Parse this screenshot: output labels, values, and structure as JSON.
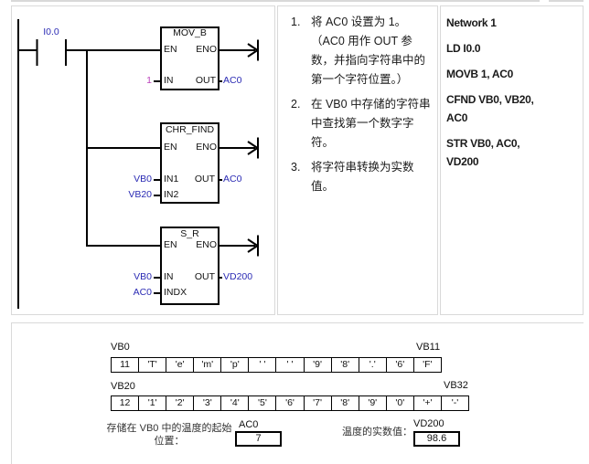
{
  "ladder": {
    "contact": "I0.0",
    "movb": {
      "title": "MOV_B",
      "en": "EN",
      "eno": "ENO",
      "in": "IN",
      "out": "OUT",
      "in_val": "1",
      "out_val": "AC0"
    },
    "chrfind": {
      "title": "CHR_FIND",
      "en": "EN",
      "eno": "ENO",
      "in1": "IN1",
      "in2": "IN2",
      "out": "OUT",
      "in1_val": "VB0",
      "in2_val": "VB20",
      "out_val": "AC0"
    },
    "sr": {
      "title": "S_R",
      "en": "EN",
      "eno": "ENO",
      "in": "IN",
      "indx": "INDX",
      "out": "OUT",
      "in_val": "VB0",
      "indx_val": "AC0",
      "out_val": "VD200"
    }
  },
  "notes": {
    "items": [
      {
        "num": "1.",
        "text": "将 AC0 设置为 1。\n（AC0 用作 OUT 参\n数，并指向字符串中的\n第一个字符位置。）"
      },
      {
        "num": "2.",
        "text": "在 VB0 中存储的字符串\n中查找第一个数字字\n符。"
      },
      {
        "num": "3.",
        "text": "将字符串转换为实数\n值。"
      }
    ]
  },
  "stl": {
    "lines": [
      "Network 1",
      "LD I0.0",
      "MOVB 1, AC0",
      "CFND VB0, VB20,\nAC0",
      "STR VB0, AC0,\nVD200"
    ]
  },
  "memory": {
    "row1": {
      "start_label": "VB0",
      "end_label": "VB11",
      "cells": [
        "11",
        "'T'",
        "'e'",
        "'m'",
        "'p'",
        "' '",
        "' '",
        "'9'",
        "'8'",
        "'.'",
        "'6'",
        "'F'"
      ]
    },
    "row2": {
      "start_label": "VB20",
      "end_label": "VB32",
      "cells": [
        "12",
        "'1'",
        "'2'",
        "'3'",
        "'4'",
        "'5'",
        "'6'",
        "'7'",
        "'8'",
        "'9'",
        "'0'",
        "'+'",
        "'-'"
      ]
    },
    "result1": {
      "caption": "存储在 VB0 中的温度的起始\n位置：",
      "label": "AC0",
      "value": "7"
    },
    "result2": {
      "caption": "温度的实数值：",
      "label": "VD200",
      "value": "98.6"
    }
  }
}
